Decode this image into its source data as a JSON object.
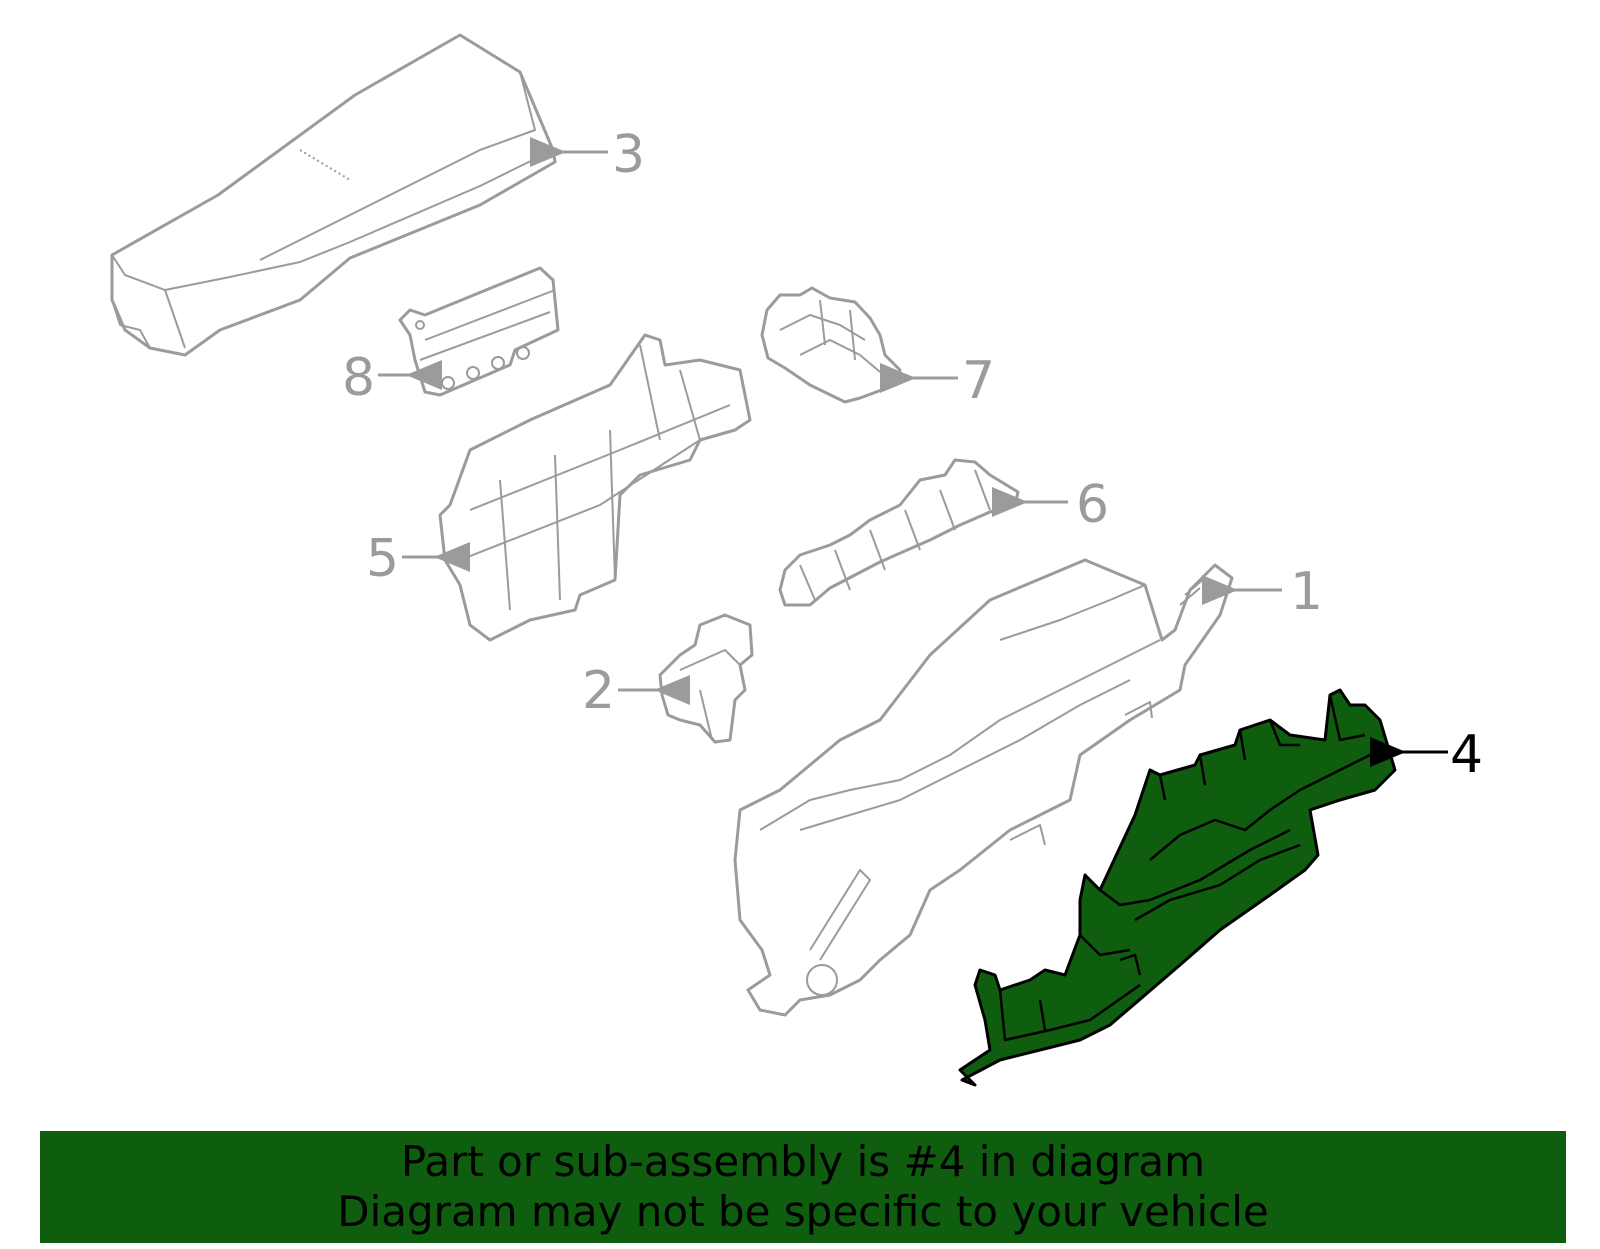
{
  "callouts": {
    "c1": "1",
    "c2": "2",
    "c3": "3",
    "c4": "4",
    "c5": "5",
    "c6": "6",
    "c7": "7",
    "c8": "8"
  },
  "highlight": {
    "part_number": "4",
    "color": "#0f5e0f"
  },
  "banner": {
    "line1": "Part or sub-assembly is #4 in diagram",
    "line2": "Diagram may not be specific to your vehicle",
    "background": "#0f5e0f"
  }
}
